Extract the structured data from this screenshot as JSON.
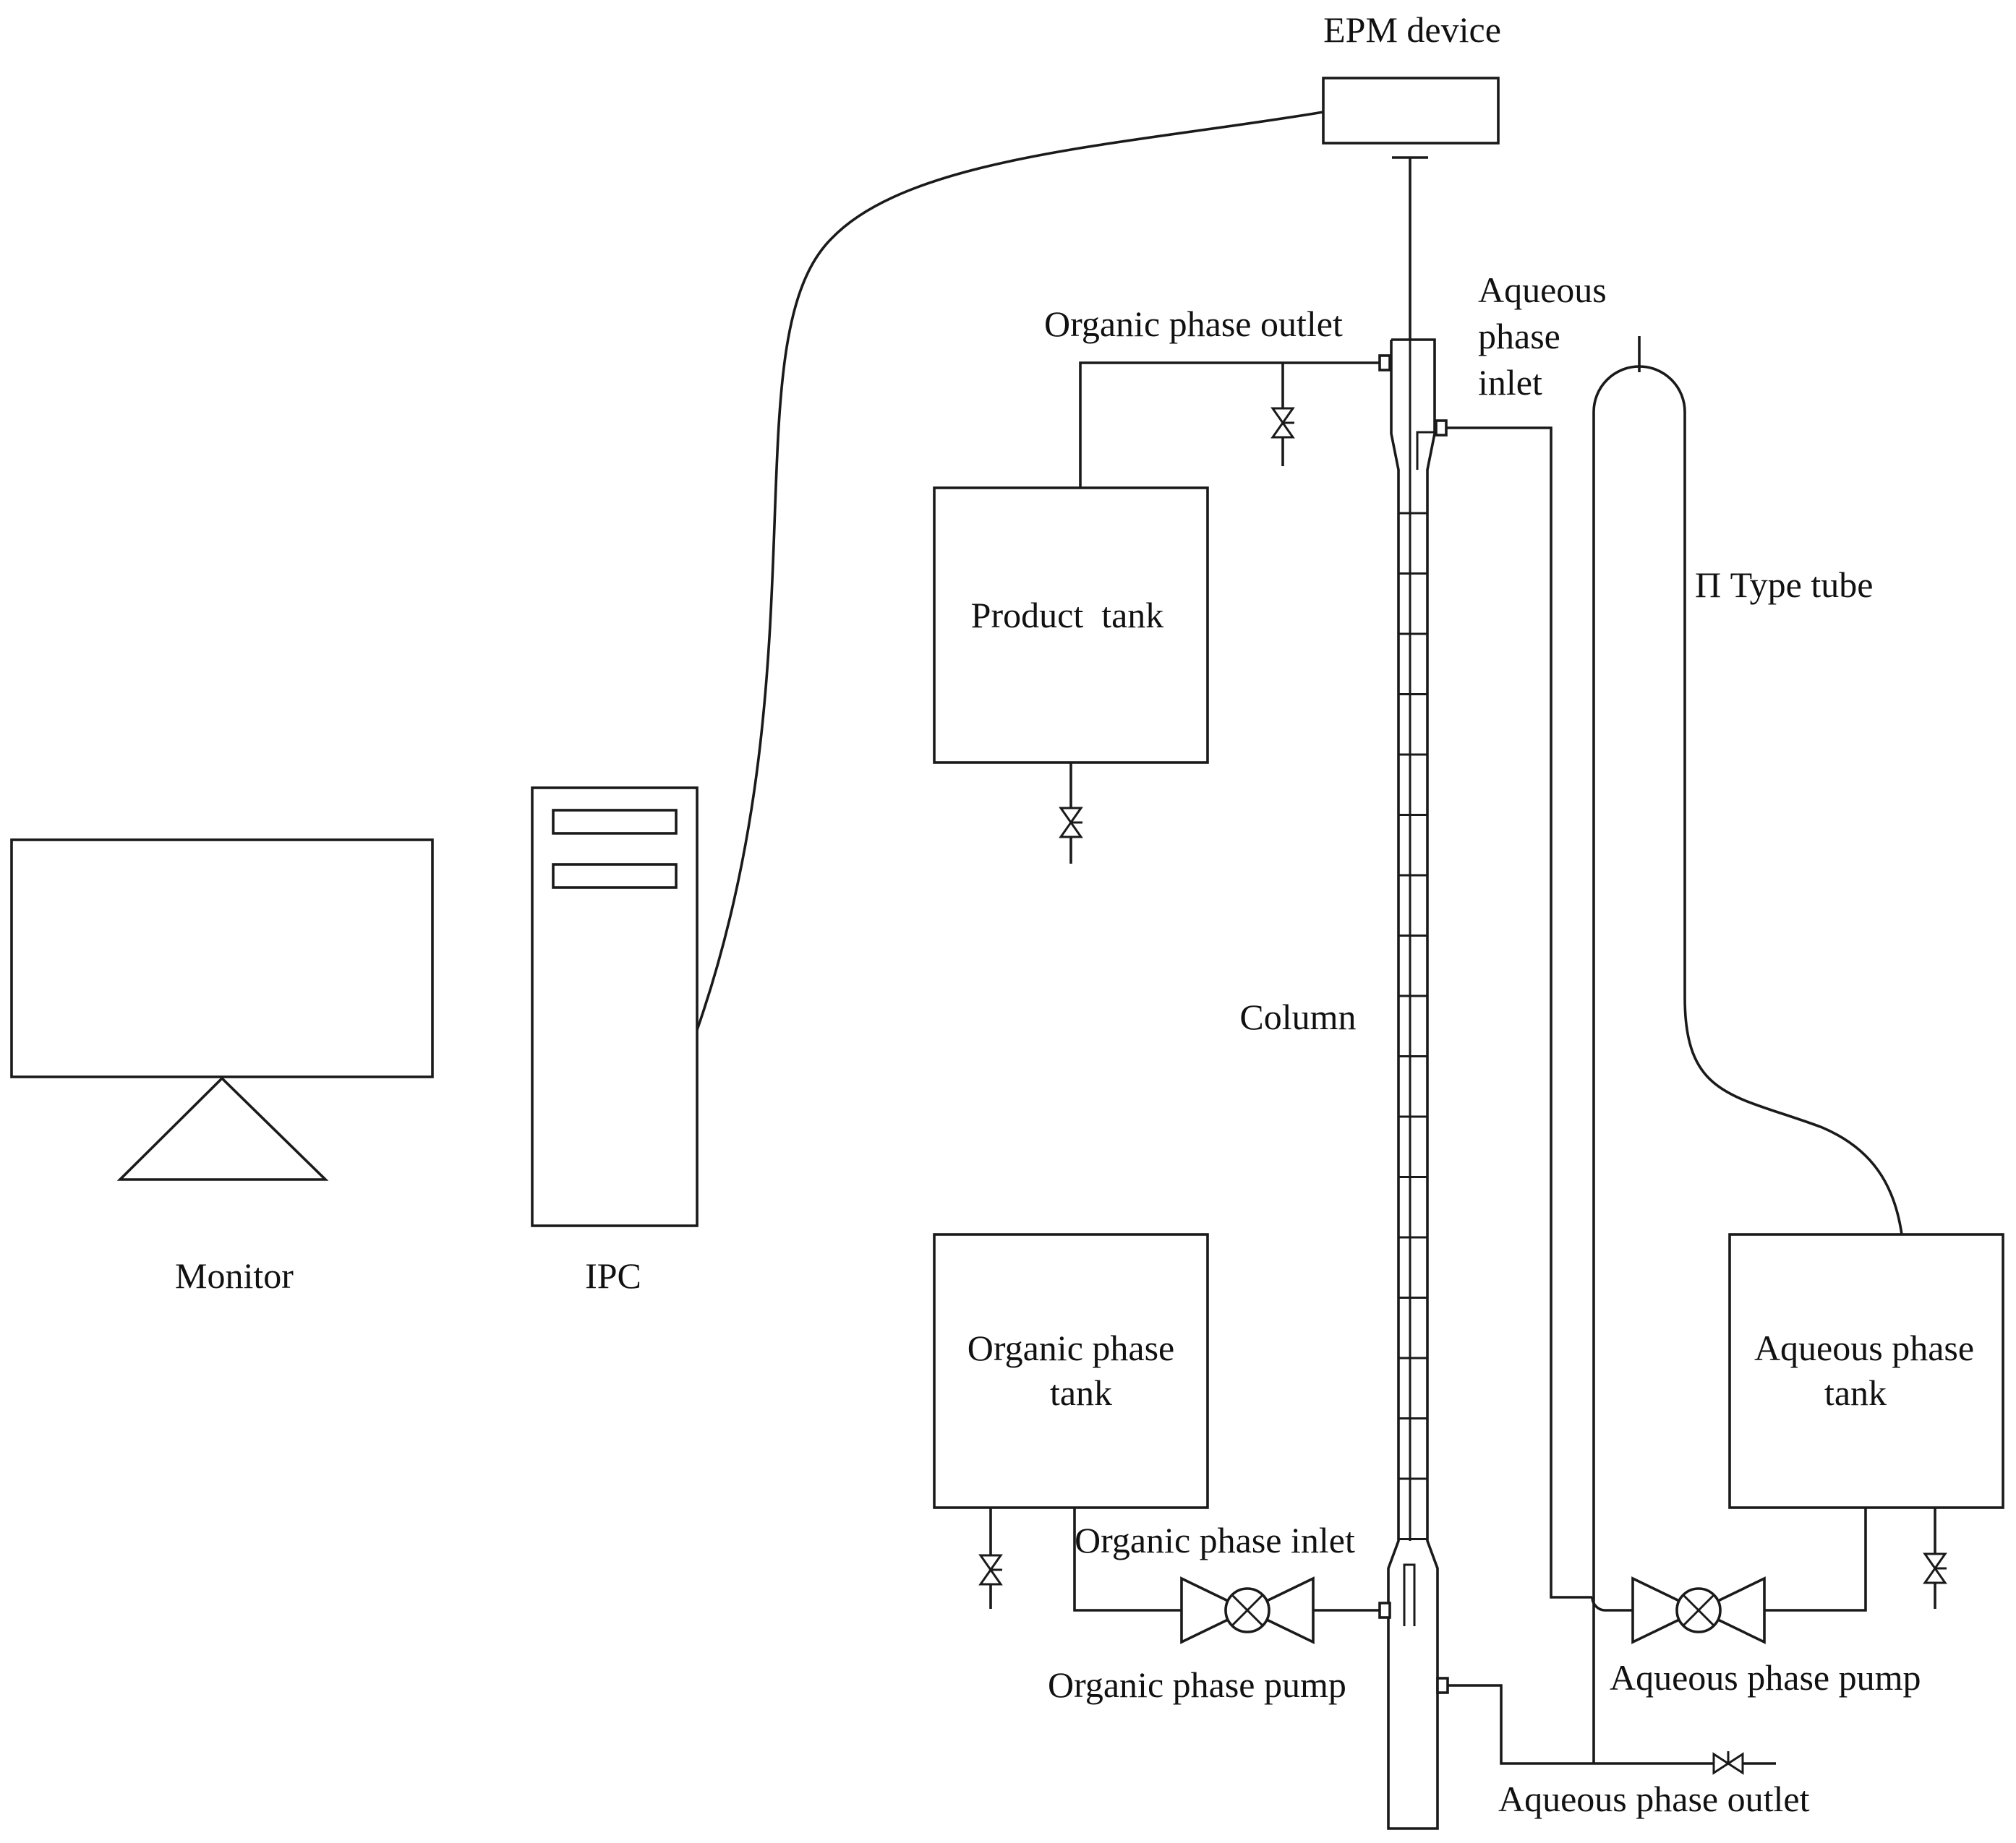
{
  "labels": {
    "epm_device": "EPM device",
    "aqueous_inlet_line1": "Aqueous",
    "aqueous_inlet_line2": "phase",
    "aqueous_inlet_line3": "inlet",
    "organic_outlet": "Organic phase outlet",
    "product_tank": "Product  tank",
    "pi_tube": "Π Type tube",
    "monitor": "Monitor",
    "ipc": "IPC",
    "column": "Column",
    "organic_tank_line1": "Organic phase",
    "organic_tank_line2": "tank",
    "aqueous_tank_line1": "Aqueous phase",
    "aqueous_tank_line2": "tank",
    "organic_inlet": "Organic phase inlet",
    "organic_pump": "Organic phase pump",
    "aqueous_pump": "Aqueous phase pump",
    "aqueous_outlet": "Aqueous phase outlet"
  }
}
